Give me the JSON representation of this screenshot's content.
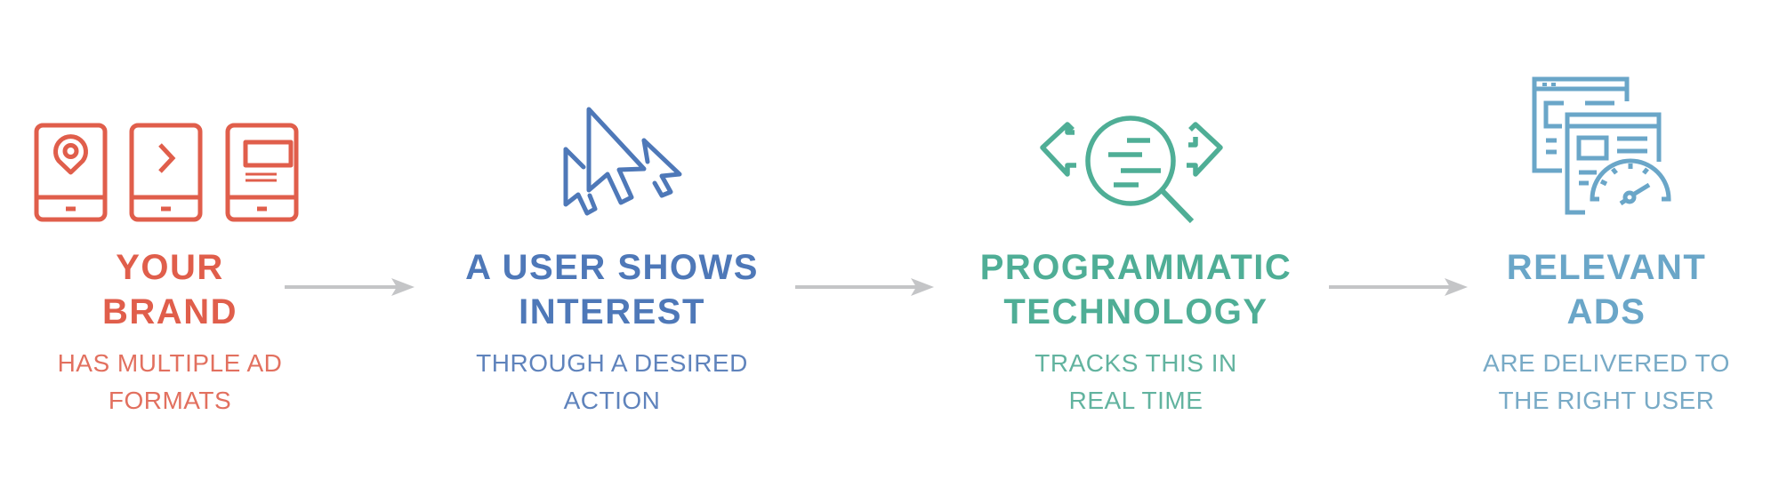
{
  "steps": [
    {
      "icon": "ad-formats-tablets-icon",
      "title_lines": [
        "YOUR",
        "BRAND"
      ],
      "subtitle_lines": [
        "HAS MULTIPLE AD",
        "FORMATS"
      ],
      "color": "#E05E4B",
      "subtitle_color": "#E2705F"
    },
    {
      "icon": "cursor-clicks-icon",
      "title_lines": [
        "A USER SHOWS",
        "INTEREST"
      ],
      "subtitle_lines": [
        "THROUGH A DESIRED",
        "ACTION"
      ],
      "color": "#4E78B8",
      "subtitle_color": "#5F83BC"
    },
    {
      "icon": "magnifier-tracking-icon",
      "title_lines": [
        "PROGRAMMATIC",
        "TECHNOLOGY"
      ],
      "subtitle_lines": [
        "TRACKS THIS IN",
        "REAL TIME"
      ],
      "color": "#4FAE96",
      "subtitle_color": "#62B39F"
    },
    {
      "icon": "web-pages-speedometer-icon",
      "title_lines": [
        "RELEVANT",
        "ADS"
      ],
      "subtitle_lines": [
        "ARE DELIVERED TO",
        "THE RIGHT USER"
      ],
      "color": "#6AA6C8",
      "subtitle_color": "#78AAC6"
    }
  ],
  "arrows": [
    {
      "from": 1,
      "to": 2,
      "color": "#C4C5C7"
    },
    {
      "from": 2,
      "to": 3,
      "color": "#C4C5C7"
    },
    {
      "from": 3,
      "to": 4,
      "color": "#C4C5C7"
    }
  ]
}
